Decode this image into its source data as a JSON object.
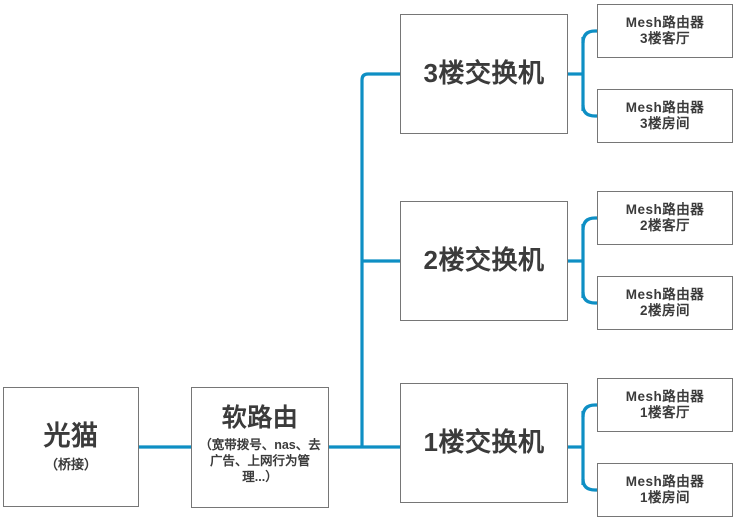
{
  "diagram": {
    "type": "network-topology",
    "link_color": "#0e8fc4",
    "box_border_color": "#767676",
    "text_color": "#3b3b3b",
    "background": "#ffffff"
  },
  "nodes": {
    "modem": {
      "title": "光猫",
      "subtitle": "（桥接）"
    },
    "router": {
      "title": "软路由",
      "subtitle": "（宽带拨号、nas、去广告、上网行为管理...）"
    },
    "switches": [
      {
        "title": "3楼交换机"
      },
      {
        "title": "2楼交换机"
      },
      {
        "title": "1楼交换机"
      }
    ],
    "mesh": [
      {
        "line1": "Mesh路由器",
        "line2": "3楼客厅"
      },
      {
        "line1": "Mesh路由器",
        "line2": "3楼房间"
      },
      {
        "line1": "Mesh路由器",
        "line2": "2楼客厅"
      },
      {
        "line1": "Mesh路由器",
        "line2": "2楼房间"
      },
      {
        "line1": "Mesh路由器",
        "line2": "1楼客厅"
      },
      {
        "line1": "Mesh路由器",
        "line2": "1楼房间"
      }
    ]
  }
}
